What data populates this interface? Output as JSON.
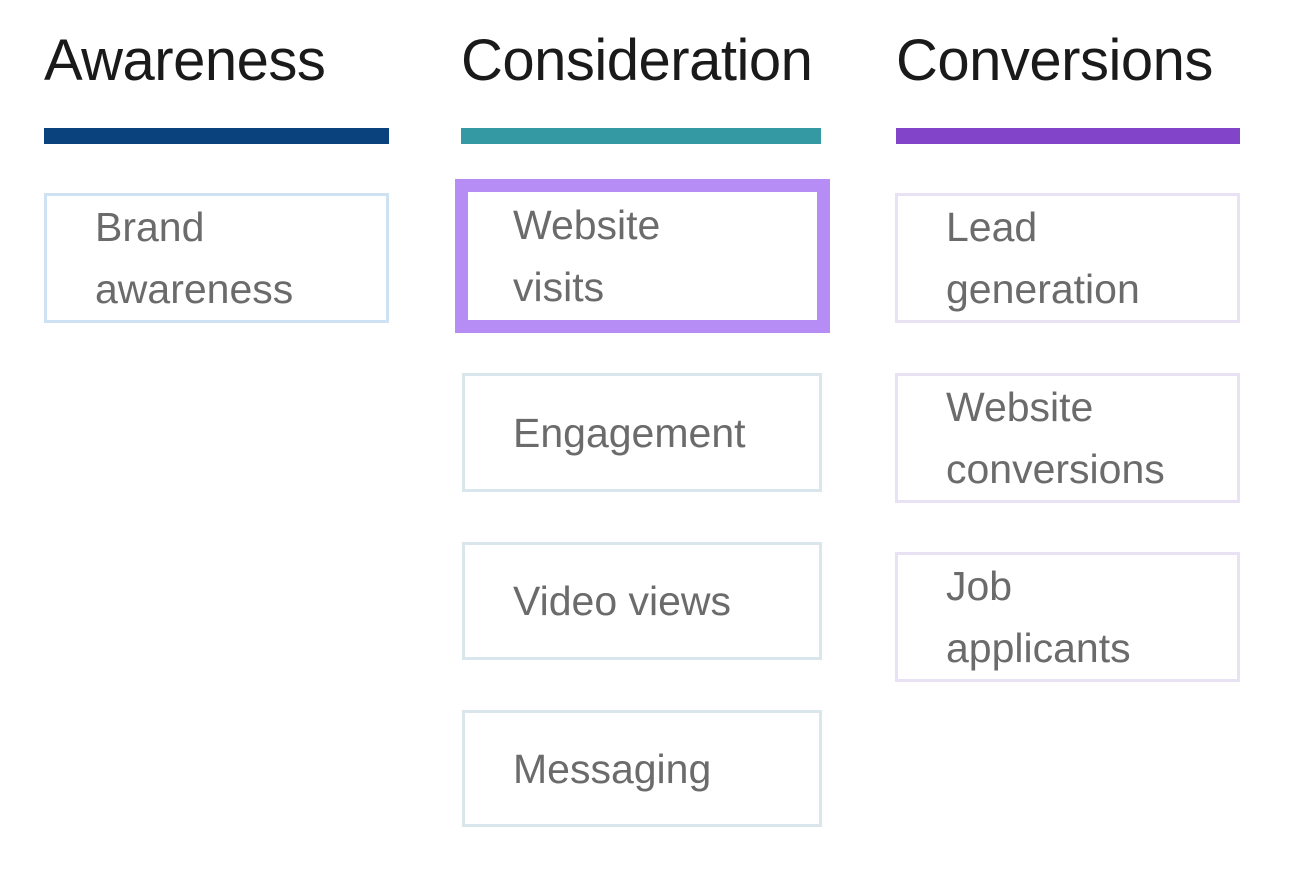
{
  "columns": [
    {
      "title": "Awareness",
      "accent_color": "#0a427d",
      "card_border_color": "#cfe2f4",
      "items": [
        {
          "label": "Brand\nawareness",
          "selected": false
        }
      ]
    },
    {
      "title": "Consideration",
      "accent_color": "#3599a4",
      "card_border_color": "#d9e7ec",
      "items": [
        {
          "label": "Website\nvisits",
          "selected": true
        },
        {
          "label": "Engagement",
          "selected": false
        },
        {
          "label": "Video views",
          "selected": false
        },
        {
          "label": "Messaging",
          "selected": false
        }
      ]
    },
    {
      "title": "Conversions",
      "accent_color": "#8244c9",
      "card_border_color": "#e9e2f5",
      "items": [
        {
          "label": "Lead\ngeneration",
          "selected": false
        },
        {
          "label": "Website\nconversions",
          "selected": false
        },
        {
          "label": "Job\napplicants",
          "selected": false
        }
      ]
    }
  ],
  "highlight": {
    "color": "#b68cf5",
    "target": "Website visits"
  },
  "text_colors": {
    "heading": "#1a1a1a",
    "card_label": "#6b6b6b"
  }
}
